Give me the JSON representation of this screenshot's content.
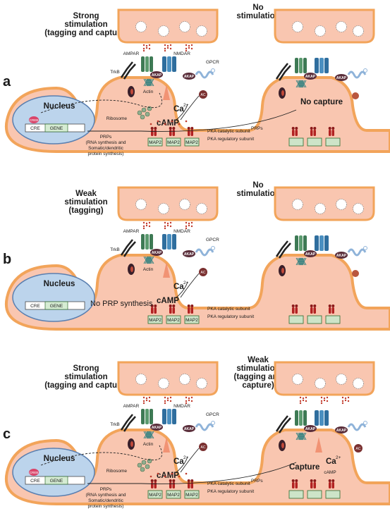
{
  "colors": {
    "membrane": "#f2a45a",
    "cytoplasm": "#f9c6b0",
    "nucleus_fill": "#bcd4ec",
    "nucleus_edge": "#5a7fb0",
    "ampar": "#3e7a55",
    "nmdar": "#2f6e9e",
    "akap": "#5a2e3a",
    "map2": "#cde4c8",
    "creb": "#d9456a",
    "gene_box": "#d6ecd3",
    "trkb": "#222222",
    "gpcr": "#8fb3d9",
    "arrow_salmon": "#f08a6a"
  },
  "panels": [
    {
      "letter": "a",
      "left_title": [
        "Strong",
        "stimulation",
        "(tagging and capture)"
      ],
      "right_title": [
        "No",
        "stimulation"
      ],
      "outcome": "No capture",
      "labels": {
        "ampar": "AMPAR",
        "nmdar": "NMDAR",
        "gpcr": "GPCR",
        "trkb": "TrkB",
        "akap": "AKAP",
        "actin": "Actin",
        "ca": "Ca",
        "ca_sup": "2+",
        "ac": "AC",
        "camp": "cAMP",
        "ribosome": "Ribosome",
        "pka_cat": "PKA catalytic subunit",
        "pka_reg": "PKA regulatory subunit",
        "map2": "MAP2",
        "prps": "PRPs",
        "prps_note": [
          "PRPs",
          "(RNA synthesis and",
          "Somatic/dendritic",
          "protein synthesis)"
        ],
        "nucleus": "Nucleus",
        "creb": "CREB",
        "cre": "CRE",
        "gene": "GENE"
      }
    },
    {
      "letter": "b",
      "left_title": [
        "Weak",
        "stimulation",
        "(tagging)"
      ],
      "right_title": [
        "No",
        "stimulation"
      ],
      "outcome": "No PRP synthesis",
      "labels": {
        "ampar": "AMPAR",
        "nmdar": "NMDAR",
        "gpcr": "GPCR",
        "trkb": "TrkB",
        "akap": "AKAP",
        "actin": "Actin",
        "ca": "Ca",
        "ca_sup": "2+",
        "ac": "AC",
        "camp": "cAMP",
        "pka_cat": "PKA catalytic subunit",
        "pka_reg": "PKA regulatory subunit",
        "map2": "MAP2",
        "nucleus": "Nucleus",
        "cre": "CRE",
        "gene": "GENE"
      }
    },
    {
      "letter": "c",
      "left_title": [
        "Strong",
        "stimulation",
        "(tagging and capture)"
      ],
      "right_title": [
        "Weak",
        "stimulation",
        "(tagging and",
        "capture)"
      ],
      "outcome": "Capture",
      "labels": {
        "ampar": "AMPAR",
        "nmdar": "NMDAR",
        "gpcr": "GPCR",
        "trkb": "TrkB",
        "akap": "AKAP",
        "actin": "Actin",
        "ca": "Ca",
        "ca_sup": "2+",
        "ac": "AC",
        "camp": "cAMP",
        "ribosome": "Ribosome",
        "pka_cat": "PKA catalytic subunit",
        "pka_reg": "PKA regulatory subunit",
        "map2": "MAP2",
        "prps": "PRPs",
        "prps_note": [
          "PRPs",
          "(RNA synthesis and",
          "Somatic/dendritic",
          "protein synthesis)"
        ],
        "nucleus": "Nucleus",
        "creb": "CREB",
        "cre": "CRE",
        "gene": "GENE"
      }
    }
  ]
}
